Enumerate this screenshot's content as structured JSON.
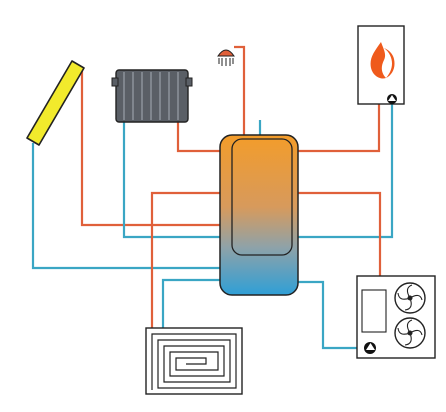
{
  "diagram": {
    "type": "heating-system-schematic",
    "colors": {
      "hot_pipe": "#e0603a",
      "cold_pipe": "#3aa6c4",
      "tank_top": "#f39c2a",
      "tank_bottom": "#2f9fd6",
      "solar_panel": "#f2ea2c",
      "radiator": "#5a5f66",
      "outline": "#222222",
      "flame": "#ef5a1c",
      "pump": "#111111"
    },
    "components": [
      {
        "id": "solar-collector",
        "icon": "solar-panel-icon"
      },
      {
        "id": "radiator",
        "icon": "radiator-icon"
      },
      {
        "id": "shower",
        "icon": "shower-head-icon"
      },
      {
        "id": "boiler",
        "icon": "flame-icon"
      },
      {
        "id": "storage-tank",
        "icon": "buffer-tank-icon"
      },
      {
        "id": "heat-pump",
        "icon": "fan-icon"
      },
      {
        "id": "floor-heating",
        "icon": "underfloor-coil-icon"
      }
    ]
  }
}
